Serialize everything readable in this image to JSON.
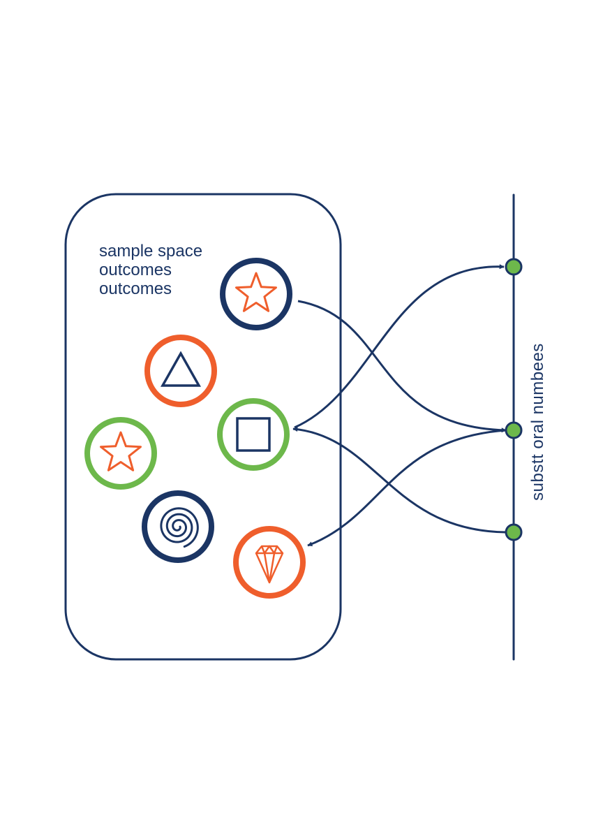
{
  "colors": {
    "navy": "#1b3564",
    "orange": "#ef5e2c",
    "green": "#6db84b",
    "background": "#ffffff"
  },
  "sample_space": {
    "label_lines": [
      "sample space",
      "outcomes",
      "outcomes"
    ],
    "outcomes": [
      {
        "name": "star",
        "ring_color": "navy",
        "icon": "star-icon",
        "icon_color": "orange"
      },
      {
        "name": "triangle",
        "ring_color": "orange",
        "icon": "triangle-icon",
        "icon_color": "navy"
      },
      {
        "name": "square",
        "ring_color": "green",
        "icon": "square-icon",
        "icon_color": "navy"
      },
      {
        "name": "star-green",
        "ring_color": "green",
        "icon": "star-icon",
        "icon_color": "orange"
      },
      {
        "name": "spiral",
        "ring_color": "navy",
        "icon": "spiral-icon",
        "icon_color": "navy"
      },
      {
        "name": "diamond",
        "ring_color": "orange",
        "icon": "diamond-icon",
        "icon_color": "orange"
      }
    ]
  },
  "number_line": {
    "label": "substt oral numbees",
    "points": [
      "top",
      "middle",
      "bottom"
    ],
    "point_color": "green"
  },
  "mappings": [
    {
      "from": "star",
      "to": "middle",
      "direction": "to-point"
    },
    {
      "from": "square",
      "to": "top",
      "direction": "to-point"
    },
    {
      "from": "bottom",
      "to": "square",
      "direction": "to-outcome"
    },
    {
      "from": "middle",
      "to": "diamond",
      "direction": "to-outcome"
    }
  ]
}
